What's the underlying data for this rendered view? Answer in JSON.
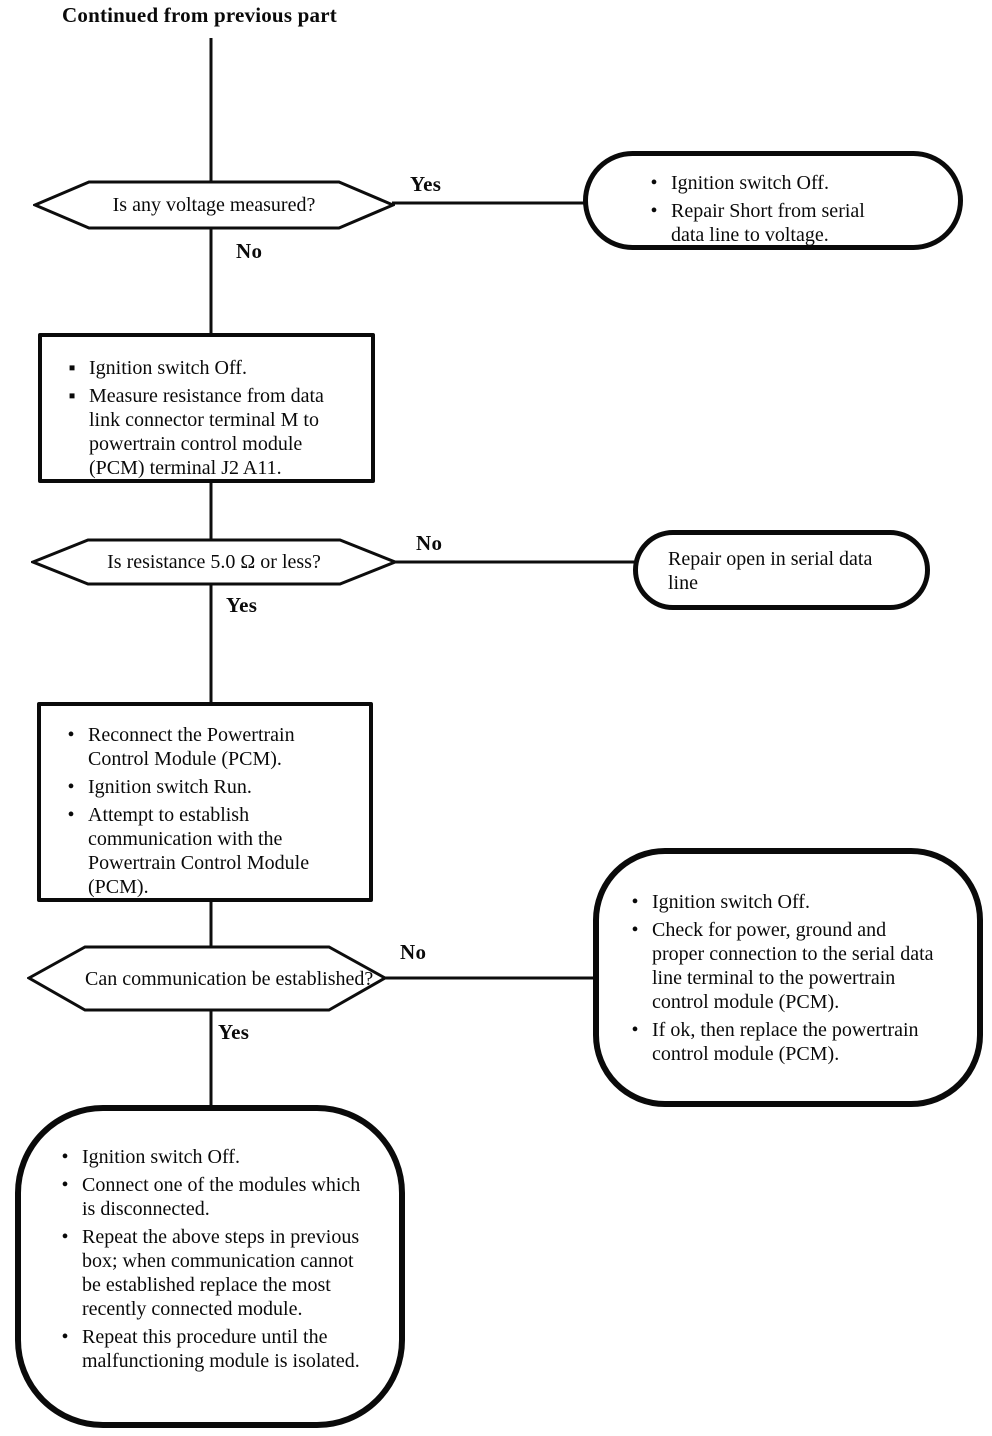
{
  "page": {
    "title": "Continued from previous part"
  },
  "colors": {
    "ink": "#0a0a0a",
    "paper": "#ffffff"
  },
  "nodes": {
    "decision_voltage": {
      "type": "decision",
      "question": "Is any voltage measured?"
    },
    "action_repair_short": {
      "type": "terminal",
      "bullet_char": "•",
      "bullets": [
        "Ignition switch Off.",
        "Repair Short from serial data line to voltage."
      ]
    },
    "step_measure_resistance": {
      "type": "process",
      "bullet_char": "▪",
      "bullets": [
        "Ignition switch Off.",
        "Measure resistance from data link connector terminal M to powertrain control module (PCM) terminal J2 A11."
      ]
    },
    "decision_resistance": {
      "type": "decision",
      "question": "Is resistance 5.0 Ω or less?"
    },
    "action_repair_open": {
      "type": "terminal",
      "text": "Repair open in serial data line"
    },
    "step_reconnect_pcm": {
      "type": "process",
      "bullet_char": "•",
      "bullets": [
        "Reconnect the Powertrain Control Module (PCM).",
        "Ignition switch Run.",
        "Attempt to establish communication with the Powertrain Control Module (PCM)."
      ]
    },
    "decision_communication": {
      "type": "decision",
      "question": "Can communication be established?"
    },
    "action_check_power": {
      "type": "terminal",
      "bullet_char": "•",
      "bullets": [
        "Ignition switch Off.",
        "Check for power, ground and proper connection to the serial data line terminal to the powertrain control module (PCM).",
        "If ok, then replace the powertrain control module (PCM)."
      ]
    },
    "action_isolate_module": {
      "type": "terminal",
      "bullet_char": "•",
      "bullets": [
        "Ignition switch Off.",
        "Connect one of the modules which is disconnected.",
        "Repeat the above steps in previous box; when communication cannot be established replace the most recently connected module.",
        "Repeat this procedure until the malfunctioning module is isolated."
      ]
    }
  },
  "edges": [
    {
      "from": "decision_voltage",
      "label": "Yes",
      "to": "action_repair_short"
    },
    {
      "from": "decision_voltage",
      "label": "No",
      "to": "step_measure_resistance"
    },
    {
      "from": "decision_resistance",
      "label": "No",
      "to": "action_repair_open"
    },
    {
      "from": "decision_resistance",
      "label": "Yes",
      "to": "step_reconnect_pcm"
    },
    {
      "from": "decision_communication",
      "label": "No",
      "to": "action_check_power"
    },
    {
      "from": "decision_communication",
      "label": "Yes",
      "to": "action_isolate_module"
    }
  ]
}
